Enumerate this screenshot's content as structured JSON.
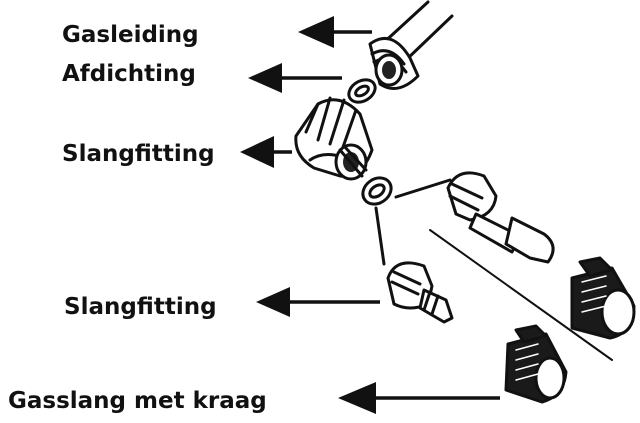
{
  "labels": {
    "gasleiding": "Gasleiding",
    "afdichting": "Afdichting",
    "slangfitting_top": "Slangfitting",
    "slangfitting_bottom": "Slangfitting",
    "gasslang": "Gasslang met kraag"
  },
  "colors": {
    "ink": "#111111",
    "background": "#ffffff",
    "thread": "#1a1a1a"
  }
}
